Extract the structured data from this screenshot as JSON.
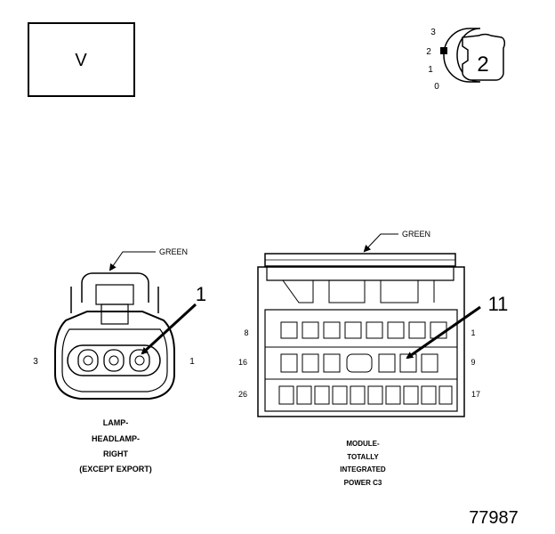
{
  "view_box": {
    "label": "V"
  },
  "ignition": {
    "positions": [
      "3",
      "2",
      "1",
      "0"
    ],
    "badge": "2"
  },
  "left_connector": {
    "color_label": "GREEN",
    "callout": "1",
    "pin_left": "3",
    "pin_right": "1",
    "caption": [
      "LAMP-",
      "HEADLAMP-",
      "RIGHT",
      "(EXCEPT EXPORT)"
    ]
  },
  "right_connector": {
    "color_label": "GREEN",
    "callout": "11",
    "pins_left": [
      "8",
      "16",
      "26"
    ],
    "pins_right": [
      "1",
      "9",
      "17"
    ],
    "caption": [
      "MODULE-",
      "TOTALLY",
      "INTEGRATED",
      "POWER C3"
    ]
  },
  "figure_number": "77987"
}
